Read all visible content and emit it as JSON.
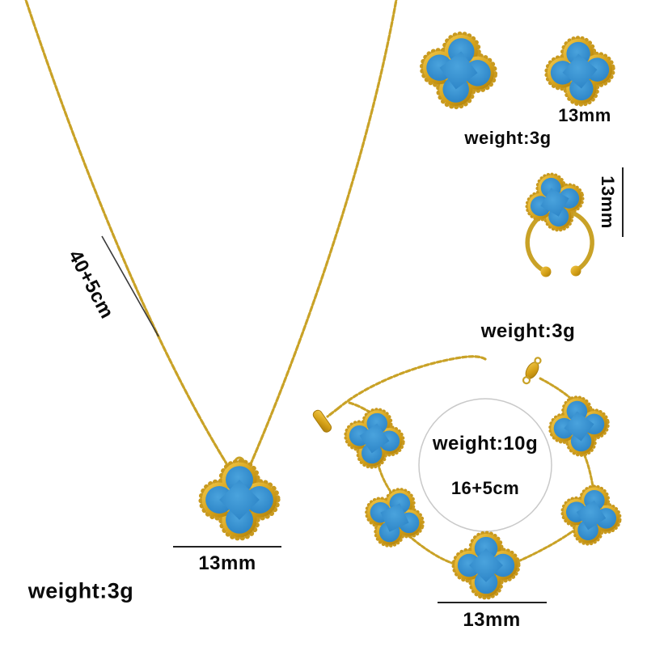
{
  "colors": {
    "gold": "#C9A227",
    "gold_light": "#F2C94C",
    "gold_dark": "#A87B0B",
    "bead_gold": "#C99A1F",
    "clover_blue": "#2E86C8",
    "clover_blue_light": "#4AA3DD",
    "clover_blue_dark": "#2471B5",
    "text": "#0A0A0A",
    "annotation_line": "#3A3A3A",
    "guide_circle": "#C9C9C9"
  },
  "necklace": {
    "chain_length": "40+5cm",
    "pendant_size": "13mm",
    "weight": "weight:3g"
  },
  "earrings": {
    "size": "13mm",
    "weight": "weight:3g"
  },
  "ring": {
    "size": "13mm",
    "weight": "weight:3g"
  },
  "bracelet": {
    "weight": "weight:10g",
    "length": "16+5cm",
    "clover_size": "13mm"
  }
}
